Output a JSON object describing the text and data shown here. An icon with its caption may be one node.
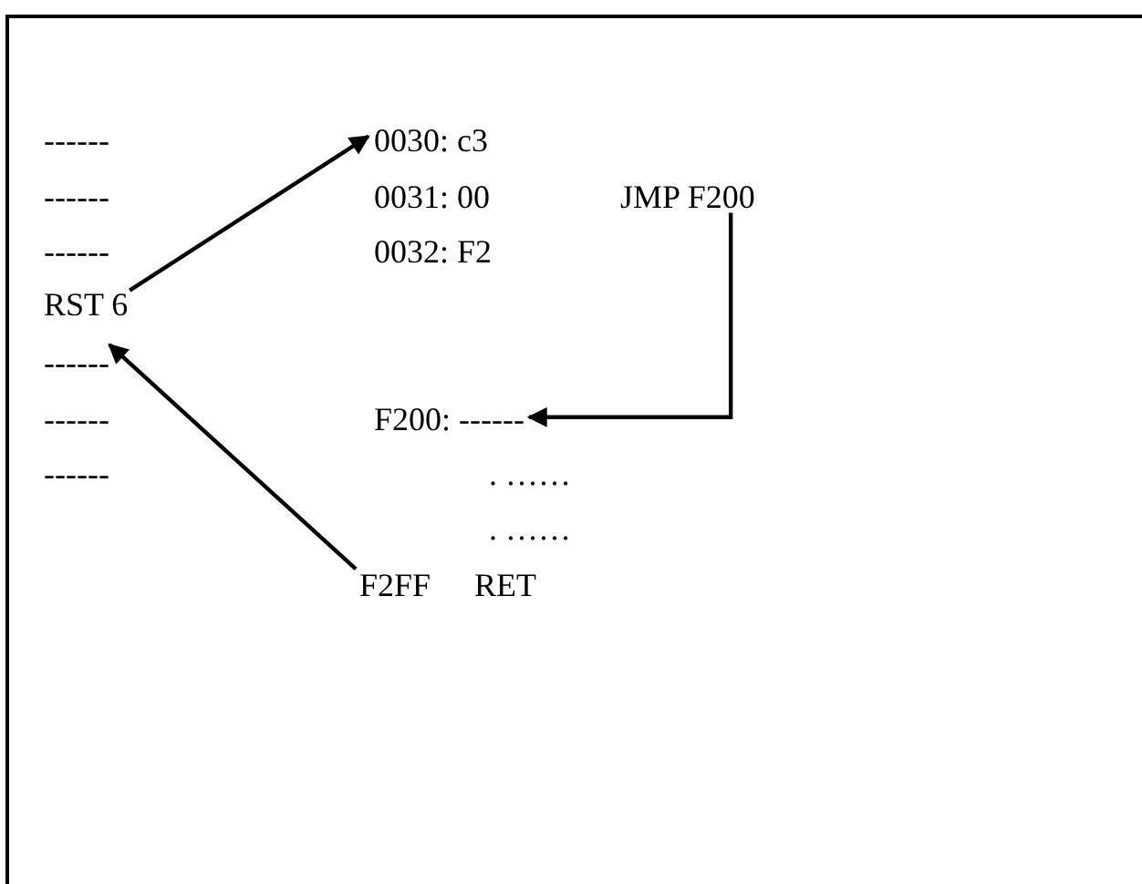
{
  "diagram": {
    "nodes": [
      {
        "text": [
          "------"
        ]
      },
      {
        "text": [
          "------"
        ]
      },
      {
        "text": [
          "------"
        ]
      },
      {
        "text": [
          "RST 6"
        ]
      },
      {
        "text": [
          "------"
        ]
      },
      {
        "text": [
          "------"
        ]
      },
      {
        "text": [
          "------"
        ]
      },
      {
        "text": [
          "0030: c3"
        ]
      },
      {
        "text": [
          "0031: 00"
        ]
      },
      {
        "text": [
          "JMP F200"
        ]
      },
      {
        "text": [
          "0032: F2"
        ]
      },
      {
        "text": [
          "F200: ------"
        ]
      },
      {
        "text": [
          ". ……"
        ]
      },
      {
        "text": [
          ". ……"
        ]
      },
      {
        "text": [
          "F2FF",
          "RET"
        ]
      }
    ],
    "edges": [
      {
        "from": 3,
        "to": 7,
        "arrow": "to"
      },
      {
        "from": 14,
        "to": 4,
        "arrow": "to"
      },
      {
        "from": 9,
        "to": 11,
        "arrow": "to"
      }
    ]
  }
}
